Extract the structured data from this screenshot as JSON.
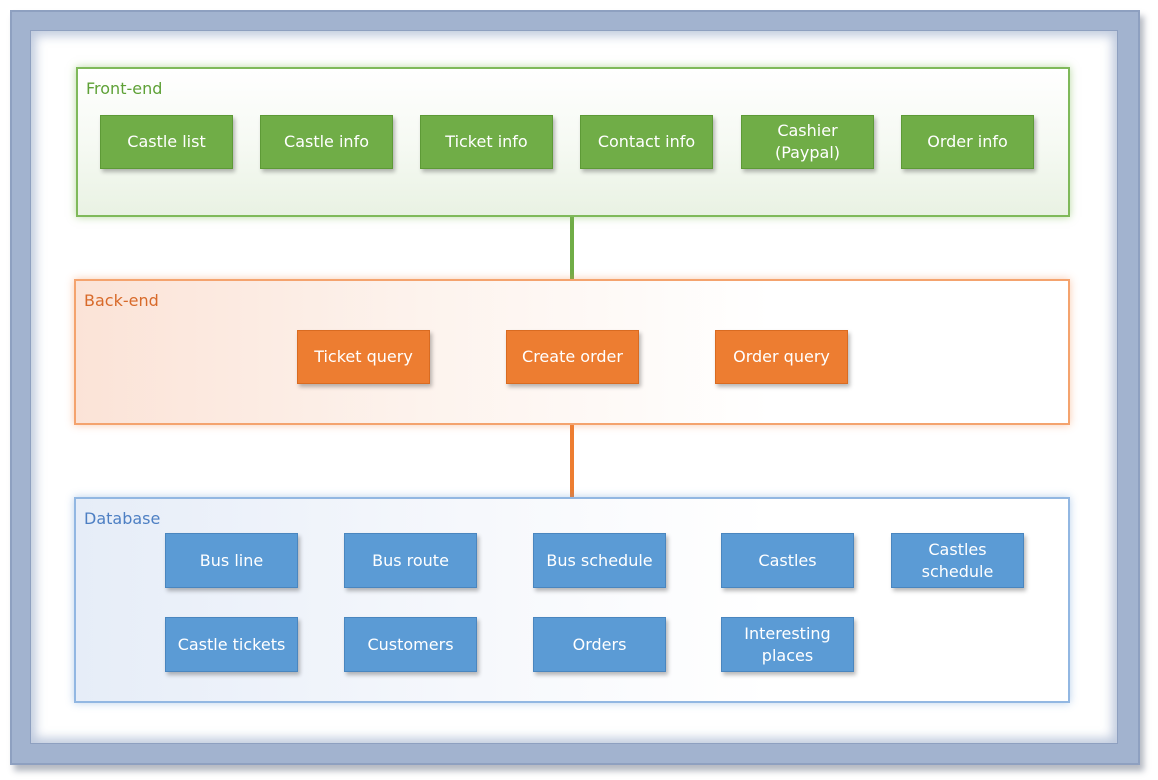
{
  "frontend": {
    "title": "Front-end",
    "items": [
      "Castle list",
      "Castle info",
      "Ticket info",
      "Contact info",
      "Cashier\n(Paypal)",
      "Order info"
    ]
  },
  "backend": {
    "title": "Back-end",
    "items": [
      "Ticket query",
      "Create order",
      "Order query"
    ]
  },
  "database": {
    "title": "Database",
    "items": [
      "Bus line",
      "Bus route",
      "Bus schedule",
      "Castles",
      "Castles\nschedule",
      "Castle tickets",
      "Customers",
      "Orders",
      "Interesting\nplaces"
    ]
  },
  "colors": {
    "frontend": "#70ad47",
    "backend": "#ed7d31",
    "database": "#5b9bd5"
  }
}
